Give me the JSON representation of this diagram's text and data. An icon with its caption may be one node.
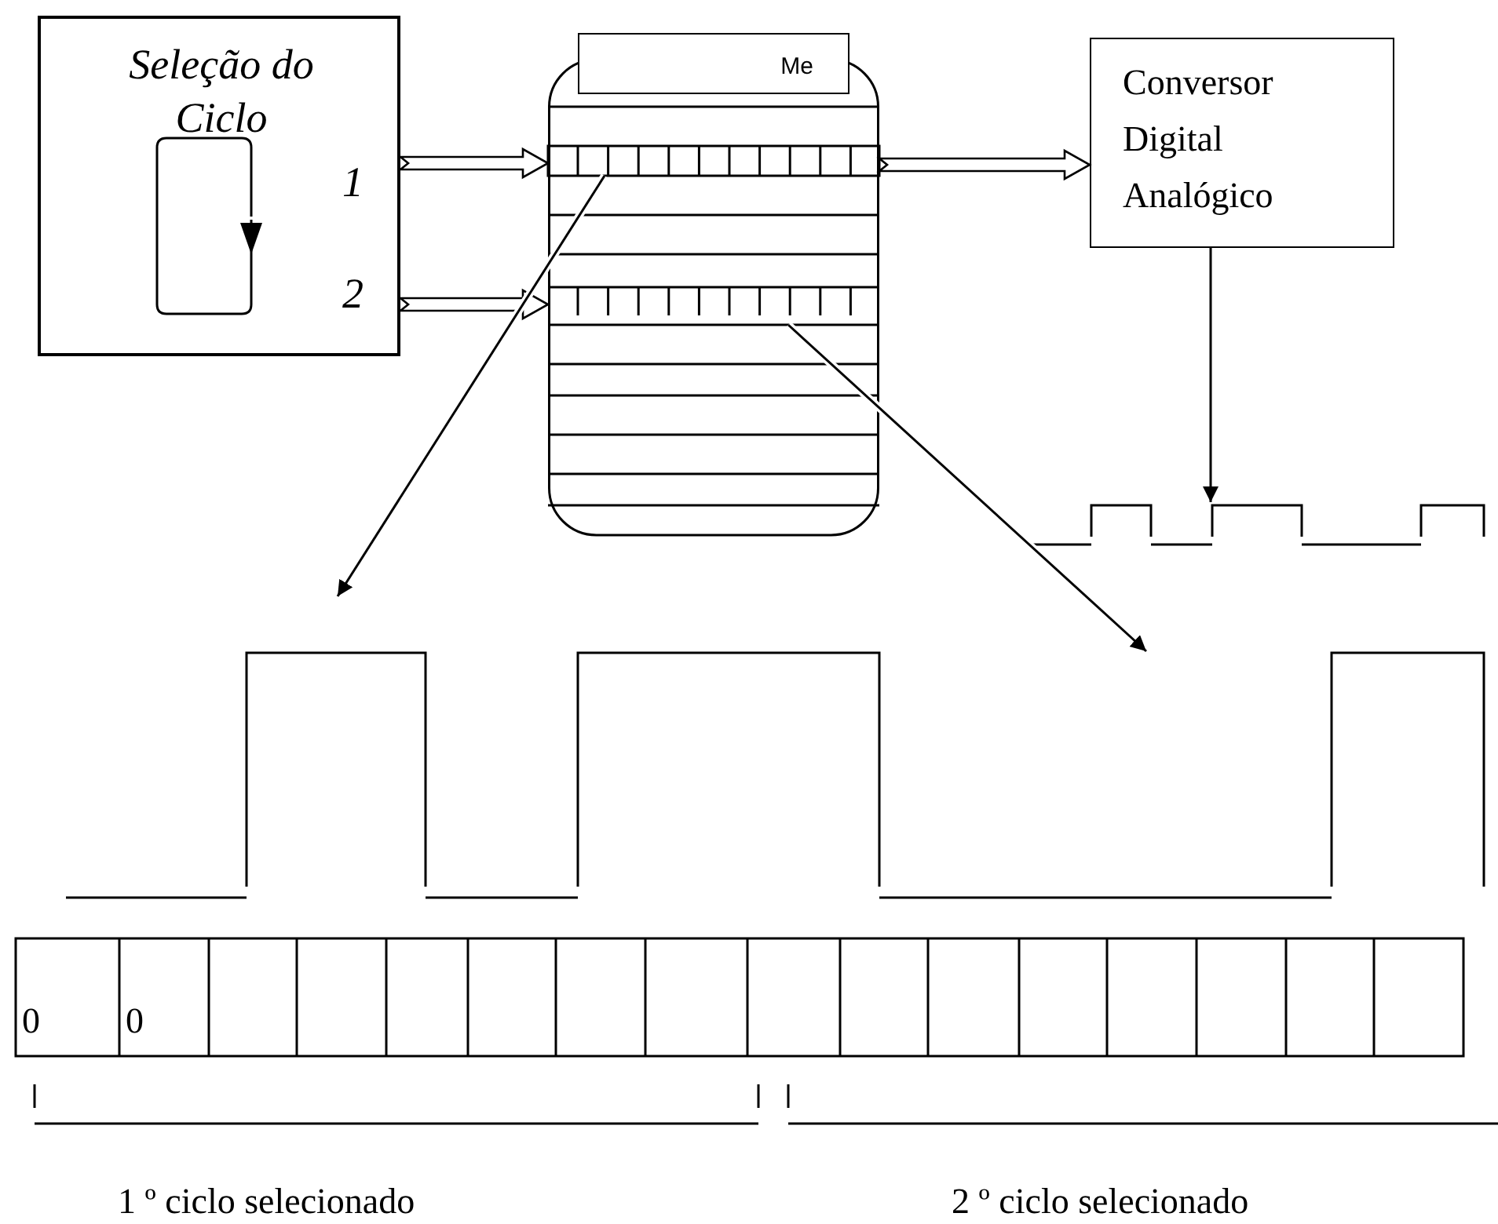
{
  "diagram": {
    "nodes": [
      {
        "text": [
          "Seleção do Ciclo"
        ]
      },
      {
        "text": [
          "Me"
        ]
      },
      {
        "text": [],
        "shape": "bar",
        "in": 1
      },
      {
        "text": [],
        "shape": "bar",
        "in": 1
      },
      {
        "text": [
          "Conversor Digital Analógico"
        ]
      },
      {
        "text": [],
        "shape": "wave"
      }
    ],
    "edges": [
      {
        "from": 0,
        "to": 2,
        "arrow": "to"
      },
      {
        "from": 0,
        "to": 3,
        "arrow": "to"
      },
      {
        "from": 1,
        "to": 4,
        "arrow": "to"
      },
      {
        "from": 4,
        "to": 5,
        "arrow": "to"
      },
      {
        "from": 2,
        "to": null,
        "arrow": "to"
      },
      {
        "from": 3,
        "to": null,
        "arrow": "to"
      }
    ],
    "labels": [
      "1",
      "2",
      "0",
      "0",
      "1 º ciclo selecionado",
      "2 º ciclo selecionado"
    ]
  }
}
